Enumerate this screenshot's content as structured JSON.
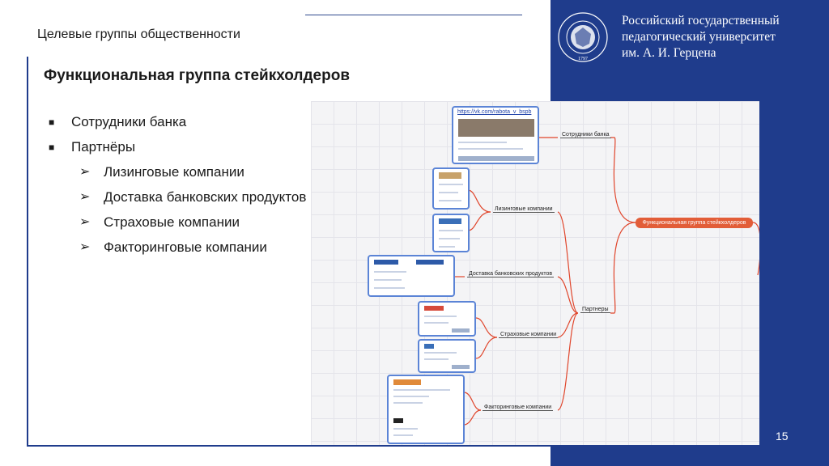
{
  "header": {
    "section_title": "Целевые группы общественности",
    "university_line1": "Российский государственный",
    "university_line2": "педагогический университет",
    "university_line3": "им. А. И. Герцена",
    "seal_year": "1797"
  },
  "main": {
    "title": "Функциональная группа стейкхолдеров",
    "items": [
      {
        "label": "Сотрудники банка",
        "level": 1
      },
      {
        "label": "Партнёры",
        "level": 1
      },
      {
        "label": "Лизинговые компании",
        "level": 2
      },
      {
        "label": "Доставка банковских продуктов",
        "level": 2
      },
      {
        "label": "Страховые компании",
        "level": 2
      },
      {
        "label": "Факторинговые компании",
        "level": 2
      }
    ]
  },
  "mindmap": {
    "root": "Функциональная группа стейкхолдеров",
    "link": "https://vk.com/rabota_v_bspb",
    "nodes": {
      "employees": "Сотрудники банка",
      "partners": "Партнеры",
      "leasing": "Лизинговые компании",
      "delivery": "Доставка банковских продуктов",
      "insurance": "Страховые компании",
      "factoring": "Факторинговые компании"
    }
  },
  "footer": {
    "page_number": "15"
  },
  "colors": {
    "brand_blue": "#1f3c8c",
    "root_node": "#e25d38",
    "connector": "#e0452b",
    "card_border": "#5b84d6"
  }
}
